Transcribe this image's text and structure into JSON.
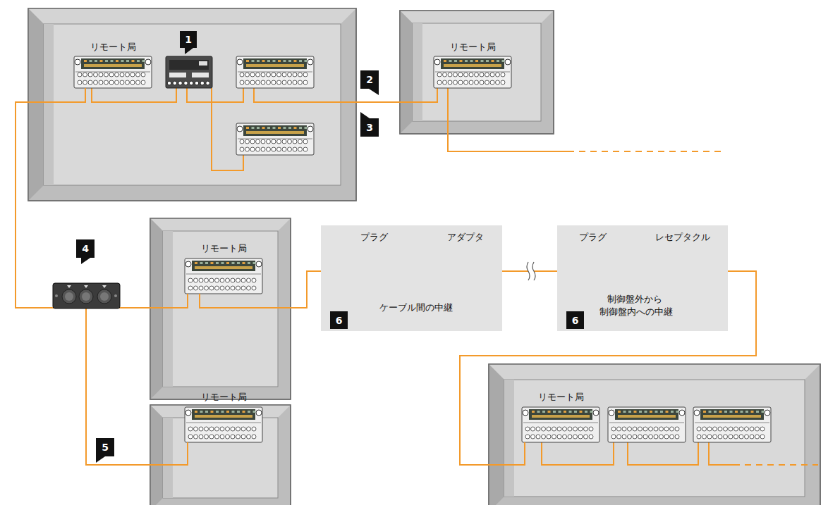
{
  "diagram": {
    "nodes": [
      {
        "text": [
          "リモート局"
        ]
      },
      {
        "text": [
          "リモート局"
        ]
      },
      {
        "text": [
          "リモート局"
        ]
      },
      {
        "text": [
          "プラグ",
          "アダプタ",
          "ケーブル間の中継"
        ]
      },
      {
        "text": [
          "プラグ",
          "レセプタクル",
          "制御盤外から 制御盤内への中継"
        ]
      },
      {
        "text": [
          "リモート局"
        ]
      },
      {
        "text": [
          "リモート局"
        ]
      }
    ],
    "edges": [
      {
        "from": 0,
        "to": 2,
        "arrow": "none"
      },
      {
        "from": 0,
        "to": 5,
        "arrow": "none"
      },
      {
        "from": 2,
        "to": 3,
        "arrow": "none"
      },
      {
        "from": 3,
        "to": 4,
        "arrow": "none"
      },
      {
        "from": 4,
        "to": 6,
        "arrow": "none"
      }
    ],
    "labels": [
      "1",
      "2",
      "3",
      "4",
      "5",
      "6",
      "6"
    ]
  }
}
